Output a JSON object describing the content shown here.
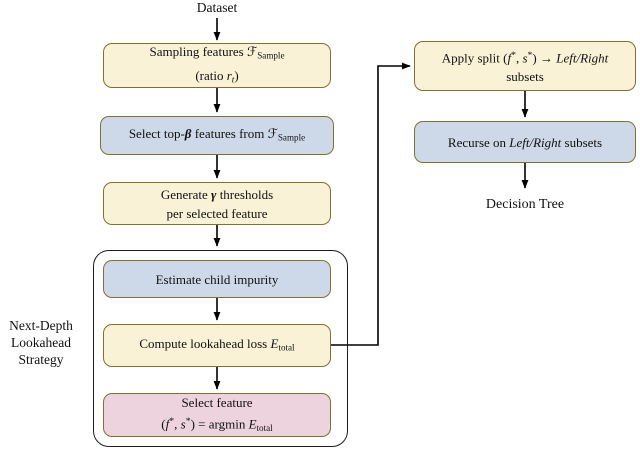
{
  "flowchart": {
    "dataset_label": "Dataset",
    "decision_tree_label": "Decision Tree",
    "strategy_label_lines": [
      "Next-Depth",
      "Lookahead",
      "Strategy"
    ],
    "colors": {
      "yellow_fill": "#faf2d7",
      "blue_fill": "#cdd9e8",
      "pink_fill": "#ecd3de",
      "node_border": "#82702f",
      "container_border": "#1c1c1c",
      "arrow": "#000000",
      "background": "#ffffff",
      "text": "#111111"
    },
    "boxes": {
      "sampling": {
        "lines": [
          [
            [
              "n",
              "Sampling features "
            ],
            [
              "scr",
              "ℱ"
            ],
            [
              "sub",
              "Sample"
            ]
          ],
          [
            [
              "n",
              "(ratio "
            ],
            [
              "i",
              "r"
            ],
            [
              "subi",
              "t"
            ],
            [
              "n",
              ")"
            ]
          ]
        ]
      },
      "select_top": {
        "lines": [
          [
            [
              "n",
              "Select top-"
            ],
            [
              "bi",
              "β"
            ],
            [
              "n",
              " features from "
            ],
            [
              "scr",
              "ℱ"
            ],
            [
              "sub",
              "Sample"
            ]
          ]
        ]
      },
      "generate_thresholds": {
        "lines": [
          [
            [
              "n",
              "Generate "
            ],
            [
              "bi",
              "γ"
            ],
            [
              "n",
              " thresholds"
            ]
          ],
          [
            [
              "n",
              "per selected feature"
            ]
          ]
        ]
      },
      "estimate_impurity": {
        "lines": [
          [
            [
              "n",
              "Estimate child impurity"
            ]
          ]
        ]
      },
      "compute_loss": {
        "lines": [
          [
            [
              "n",
              "Compute lookahead loss "
            ],
            [
              "i",
              "E"
            ],
            [
              "sub",
              "total"
            ]
          ]
        ]
      },
      "select_feature": {
        "lines": [
          [
            [
              "n",
              "Select feature"
            ]
          ],
          [
            [
              "n",
              "("
            ],
            [
              "i",
              "f"
            ],
            [
              "sup",
              "*"
            ],
            [
              "n",
              ", "
            ],
            [
              "i",
              "s"
            ],
            [
              "sup",
              "*"
            ],
            [
              "n",
              ") = argmin "
            ],
            [
              "i",
              "E"
            ],
            [
              "sub",
              "total"
            ]
          ]
        ]
      },
      "apply_split": {
        "lines": [
          [
            [
              "n",
              "Apply split ("
            ],
            [
              "i",
              "f"
            ],
            [
              "sup",
              "*"
            ],
            [
              "n",
              ", "
            ],
            [
              "i",
              "s"
            ],
            [
              "sup",
              "*"
            ],
            [
              "n",
              ") →  "
            ],
            [
              "i",
              "Left/Right"
            ]
          ],
          [
            [
              "n",
              "subsets"
            ]
          ]
        ]
      },
      "recurse": {
        "lines": [
          [
            [
              "n",
              "Recurse on "
            ],
            [
              "i",
              "Left/Right"
            ],
            [
              "n",
              " subsets"
            ]
          ]
        ]
      }
    }
  }
}
